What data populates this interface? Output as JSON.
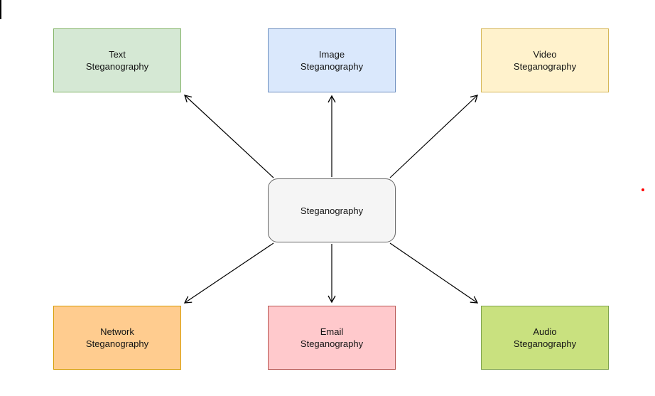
{
  "diagram": {
    "center": {
      "label": "Steganography",
      "fill": "#f5f5f5",
      "border": "#666666"
    },
    "nodes": [
      {
        "id": "text-steganography",
        "line1": "Text",
        "line2": "Steganography",
        "fill": "#d5e8d4",
        "border": "#82b366"
      },
      {
        "id": "image-steganography",
        "line1": "Image",
        "line2": "Steganography",
        "fill": "#dae8fc",
        "border": "#6c8ebf"
      },
      {
        "id": "video-steganography",
        "line1": "Video",
        "line2": "Steganography",
        "fill": "#fff2cc",
        "border": "#d6b656"
      },
      {
        "id": "network-steganography",
        "line1": "Network",
        "line2": "Steganography",
        "fill": "#ffcc8f",
        "border": "#d79b00"
      },
      {
        "id": "email-steganography",
        "line1": "Email",
        "line2": "Steganography",
        "fill": "#ffc9cc",
        "border": "#b85450"
      },
      {
        "id": "audio-steganography",
        "line1": "Audio",
        "line2": "Steganography",
        "fill": "#c9e17f",
        "border": "#7da24a"
      }
    ],
    "connector_color": "#000000",
    "artifact_red_dot_color": "#ff0000"
  }
}
